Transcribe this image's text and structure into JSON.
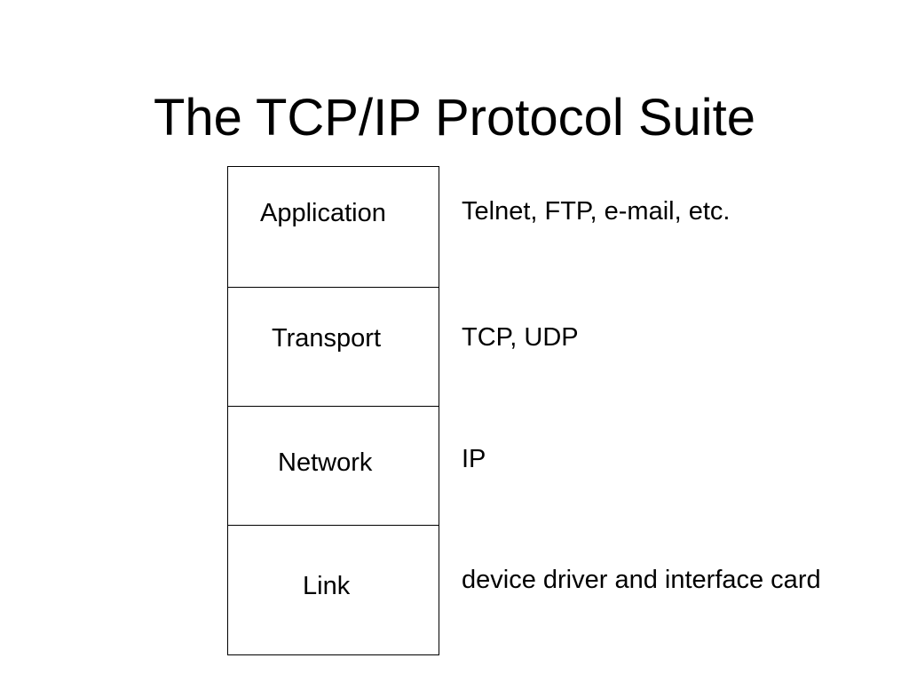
{
  "slide": {
    "title": "The TCP/IP Protocol Suite"
  },
  "layers": [
    {
      "name": "Application",
      "protocols": "Telnet, FTP, e-mail, etc."
    },
    {
      "name": "Transport",
      "protocols": "TCP, UDP"
    },
    {
      "name": "Network",
      "protocols": "IP"
    },
    {
      "name": "Link",
      "protocols": "device driver and interface card"
    }
  ]
}
